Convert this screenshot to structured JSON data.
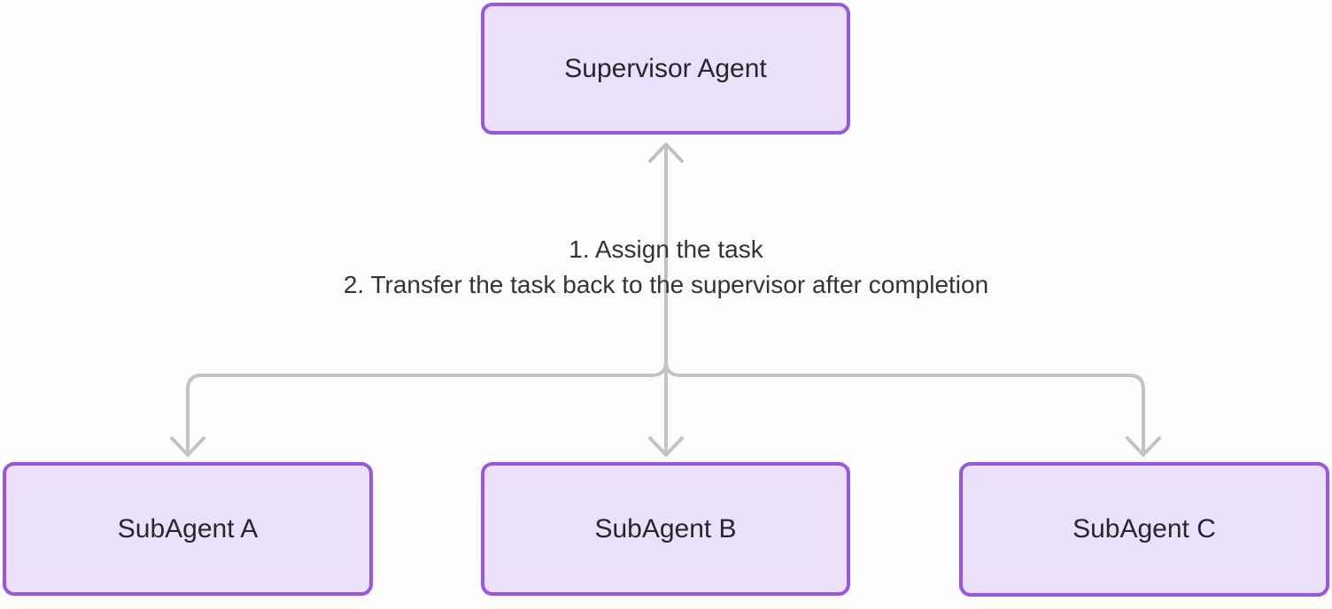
{
  "diagram": {
    "type": "flowchart",
    "colors": {
      "canvas_bg": "#fdfdfe",
      "node_fill": "#ece1fb",
      "node_border": "#9a55e8",
      "node_text": "#26262c",
      "edge_color": "#c1c3c7",
      "label_text": "#333338"
    },
    "nodes": {
      "supervisor": {
        "label": "Supervisor Agent"
      },
      "subagent_a": {
        "label": "SubAgent A"
      },
      "subagent_b": {
        "label": "SubAgent B"
      },
      "subagent_c": {
        "label": "SubAgent C"
      }
    },
    "edge_label": {
      "line1": "1. Assign the task",
      "line2": "2. Transfer the task back to the supervisor after completion"
    },
    "edges": [
      {
        "from": "subagents-junction",
        "to": "supervisor",
        "arrow": "up-chevron"
      },
      {
        "from": "junction",
        "to": "subagent_a",
        "arrow": "down-chevron"
      },
      {
        "from": "junction",
        "to": "subagent_b",
        "arrow": "down-chevron"
      },
      {
        "from": "junction",
        "to": "subagent_c",
        "arrow": "down-chevron"
      }
    ]
  }
}
